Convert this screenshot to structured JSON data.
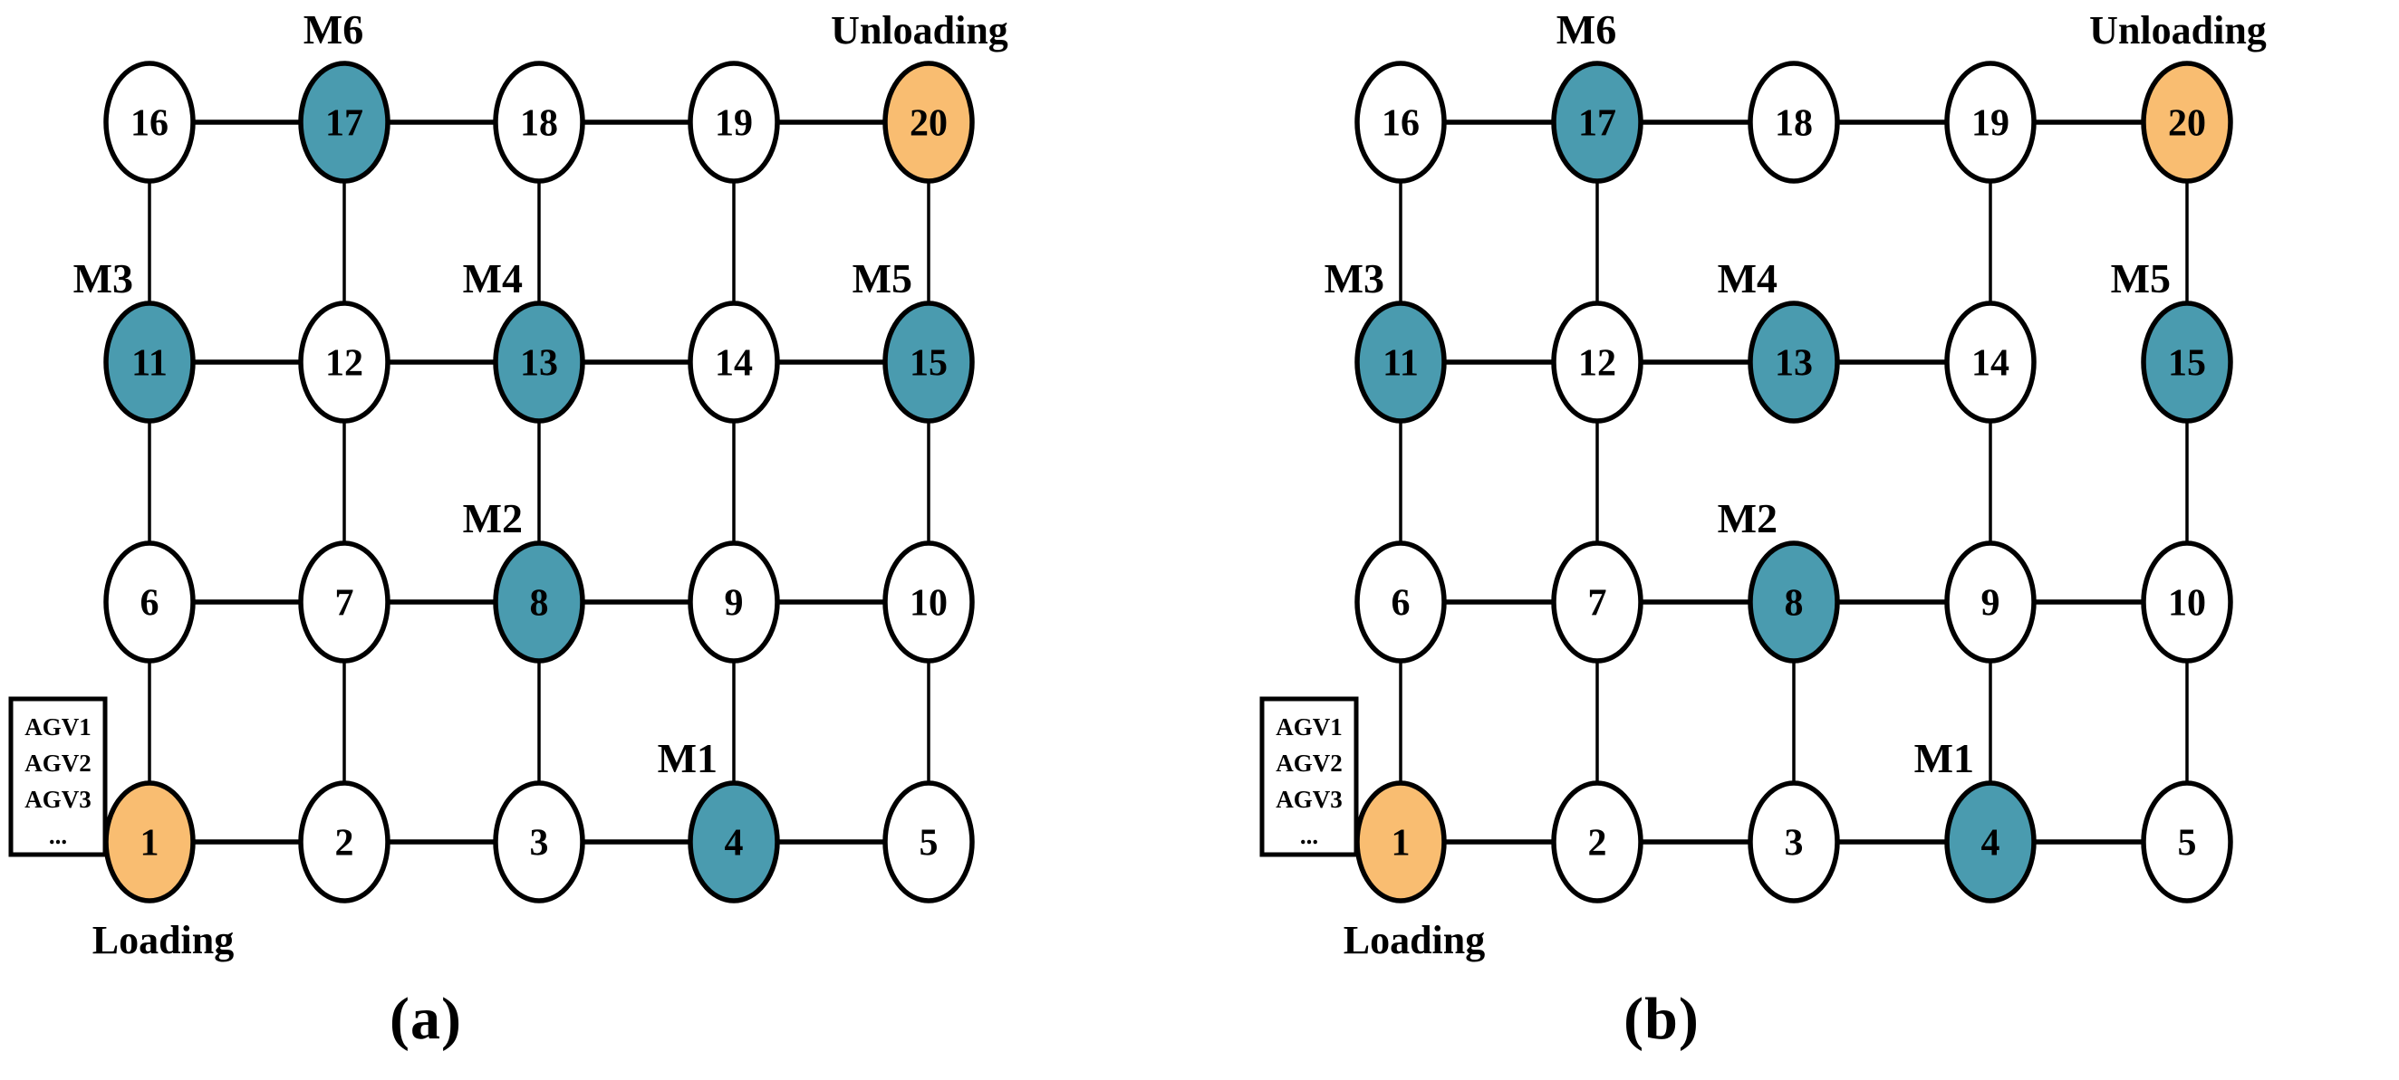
{
  "figure": {
    "loading_label": "Loading",
    "unloading_label": "Unloading",
    "agv_box_lines": [
      "AGV1",
      "AGV2",
      "AGV3",
      "..."
    ]
  },
  "colors": {
    "machine_fill": "#4A9BAF",
    "station_fill": "#F9BD71",
    "plain_fill": "#FFFFFF",
    "stroke": "#000000"
  },
  "grid": {
    "columns": 5,
    "rows": 4,
    "node_ids_by_row": [
      [
        16,
        17,
        18,
        19,
        20
      ],
      [
        11,
        12,
        13,
        14,
        15
      ],
      [
        6,
        7,
        8,
        9,
        10
      ],
      [
        1,
        2,
        3,
        4,
        5
      ]
    ]
  },
  "machine_nodes": {
    "4": "M1",
    "8": "M2",
    "11": "M3",
    "13": "M4",
    "15": "M5",
    "17": "M6"
  },
  "station_nodes": {
    "1": "loading",
    "20": "unloading"
  },
  "panels": [
    {
      "id": "a",
      "caption": "(a)",
      "edges": [
        [
          16,
          17
        ],
        [
          17,
          18
        ],
        [
          18,
          19
        ],
        [
          19,
          20
        ],
        [
          11,
          12
        ],
        [
          12,
          13
        ],
        [
          13,
          14
        ],
        [
          14,
          15
        ],
        [
          6,
          7
        ],
        [
          7,
          8
        ],
        [
          8,
          9
        ],
        [
          9,
          10
        ],
        [
          1,
          2
        ],
        [
          2,
          3
        ],
        [
          3,
          4
        ],
        [
          4,
          5
        ],
        [
          16,
          11
        ],
        [
          17,
          12
        ],
        [
          18,
          13
        ],
        [
          19,
          14
        ],
        [
          20,
          15
        ],
        [
          11,
          6
        ],
        [
          12,
          7
        ],
        [
          13,
          8
        ],
        [
          14,
          9
        ],
        [
          15,
          10
        ],
        [
          6,
          1
        ],
        [
          7,
          2
        ],
        [
          8,
          3
        ],
        [
          9,
          4
        ],
        [
          10,
          5
        ]
      ]
    },
    {
      "id": "b",
      "caption": "(b)",
      "edges": [
        [
          16,
          17
        ],
        [
          17,
          18
        ],
        [
          18,
          19
        ],
        [
          19,
          20
        ],
        [
          11,
          12
        ],
        [
          12,
          13
        ],
        [
          13,
          14
        ],
        [
          6,
          7
        ],
        [
          7,
          8
        ],
        [
          8,
          9
        ],
        [
          9,
          10
        ],
        [
          1,
          2
        ],
        [
          2,
          3
        ],
        [
          3,
          4
        ],
        [
          4,
          5
        ],
        [
          16,
          11
        ],
        [
          17,
          12
        ],
        [
          19,
          14
        ],
        [
          20,
          15
        ],
        [
          11,
          6
        ],
        [
          12,
          7
        ],
        [
          14,
          9
        ],
        [
          15,
          10
        ],
        [
          6,
          1
        ],
        [
          7,
          2
        ],
        [
          8,
          3
        ],
        [
          9,
          4
        ],
        [
          10,
          5
        ]
      ]
    }
  ]
}
